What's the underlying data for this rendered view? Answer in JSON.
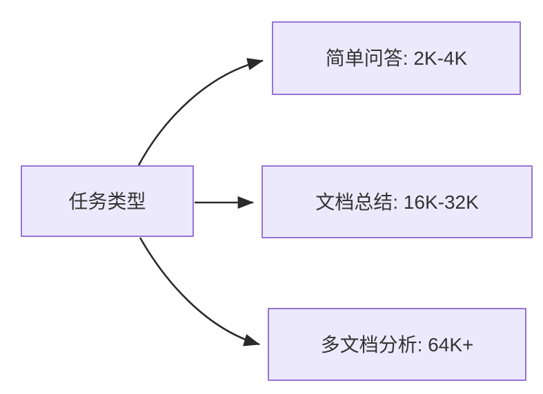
{
  "diagram": {
    "type": "flowchart",
    "direction": "left-to-right",
    "title": "任务类型",
    "background_color": "#ffffff",
    "node_fill_color": "#ece9fc",
    "node_border_color": "#9673d3",
    "node_text_color": "#333333",
    "edge_color": "#2a2a2a",
    "root": {
      "id": "root",
      "label": "任务类型"
    },
    "nodes": [
      {
        "id": "leaf-0",
        "label": "简单问答: 2K-4K",
        "category": "简单问答",
        "range": "2K-4K"
      },
      {
        "id": "leaf-1",
        "label": "文档总结: 16K-32K",
        "category": "文档总结",
        "range": "16K-32K"
      },
      {
        "id": "leaf-2",
        "label": "多文档分析: 64K+",
        "category": "多文档分析",
        "range": "64K+"
      }
    ],
    "edges": [
      {
        "id": "edge-root-leaf-0",
        "from": "root",
        "to": "leaf-0",
        "style": "curved",
        "arrow": "arrowhead-icon"
      },
      {
        "id": "edge-root-leaf-1",
        "from": "root",
        "to": "leaf-1",
        "style": "straight",
        "arrow": "arrowhead-icon"
      },
      {
        "id": "edge-root-leaf-2",
        "from": "root",
        "to": "leaf-2",
        "style": "curved",
        "arrow": "arrowhead-icon"
      }
    ]
  }
}
